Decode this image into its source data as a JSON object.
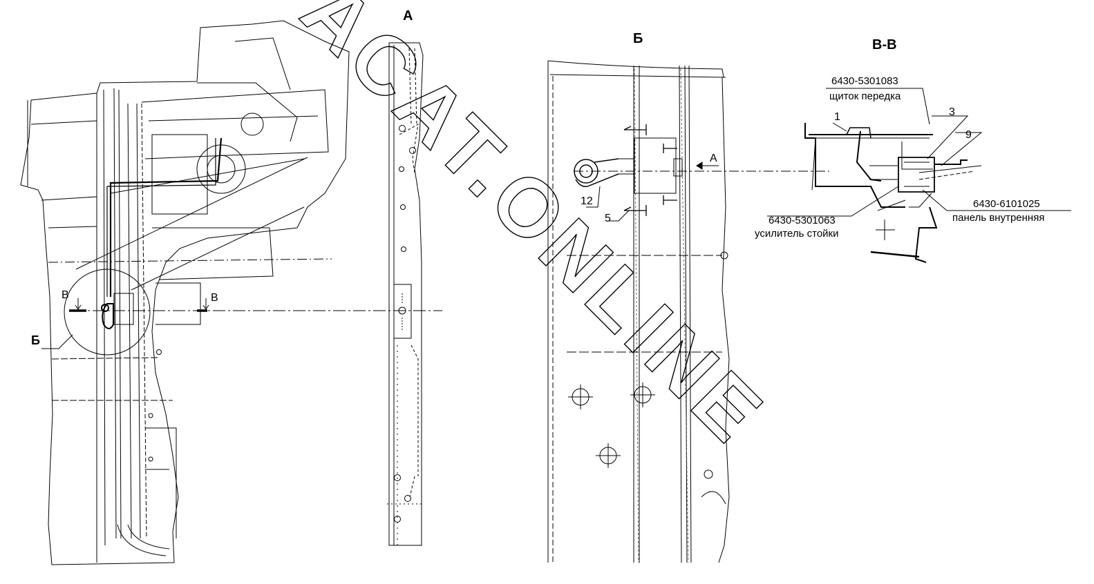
{
  "views": {
    "view_a_title": "А",
    "view_b_title": "Б",
    "section_title": "В-В"
  },
  "left_view": {
    "section_mark_left": "В",
    "section_mark_right": "В",
    "detail_callout": "Б"
  },
  "detail_b": {
    "arrow_label": "А",
    "callouts": [
      "12",
      "5"
    ]
  },
  "section_bb": {
    "callouts": [
      "1",
      "3",
      "9"
    ],
    "parts": [
      {
        "code": "6430-5301083",
        "name": "щиток передка"
      },
      {
        "code": "6430-5301063",
        "name": "усилитель стойки"
      },
      {
        "code": "6430-6101025",
        "name": "панель внутренняя"
      }
    ]
  },
  "watermark": "ACAT.ONLINE",
  "colors": {
    "line": "#000000",
    "thin": "#555555",
    "watermark": "#000000"
  }
}
